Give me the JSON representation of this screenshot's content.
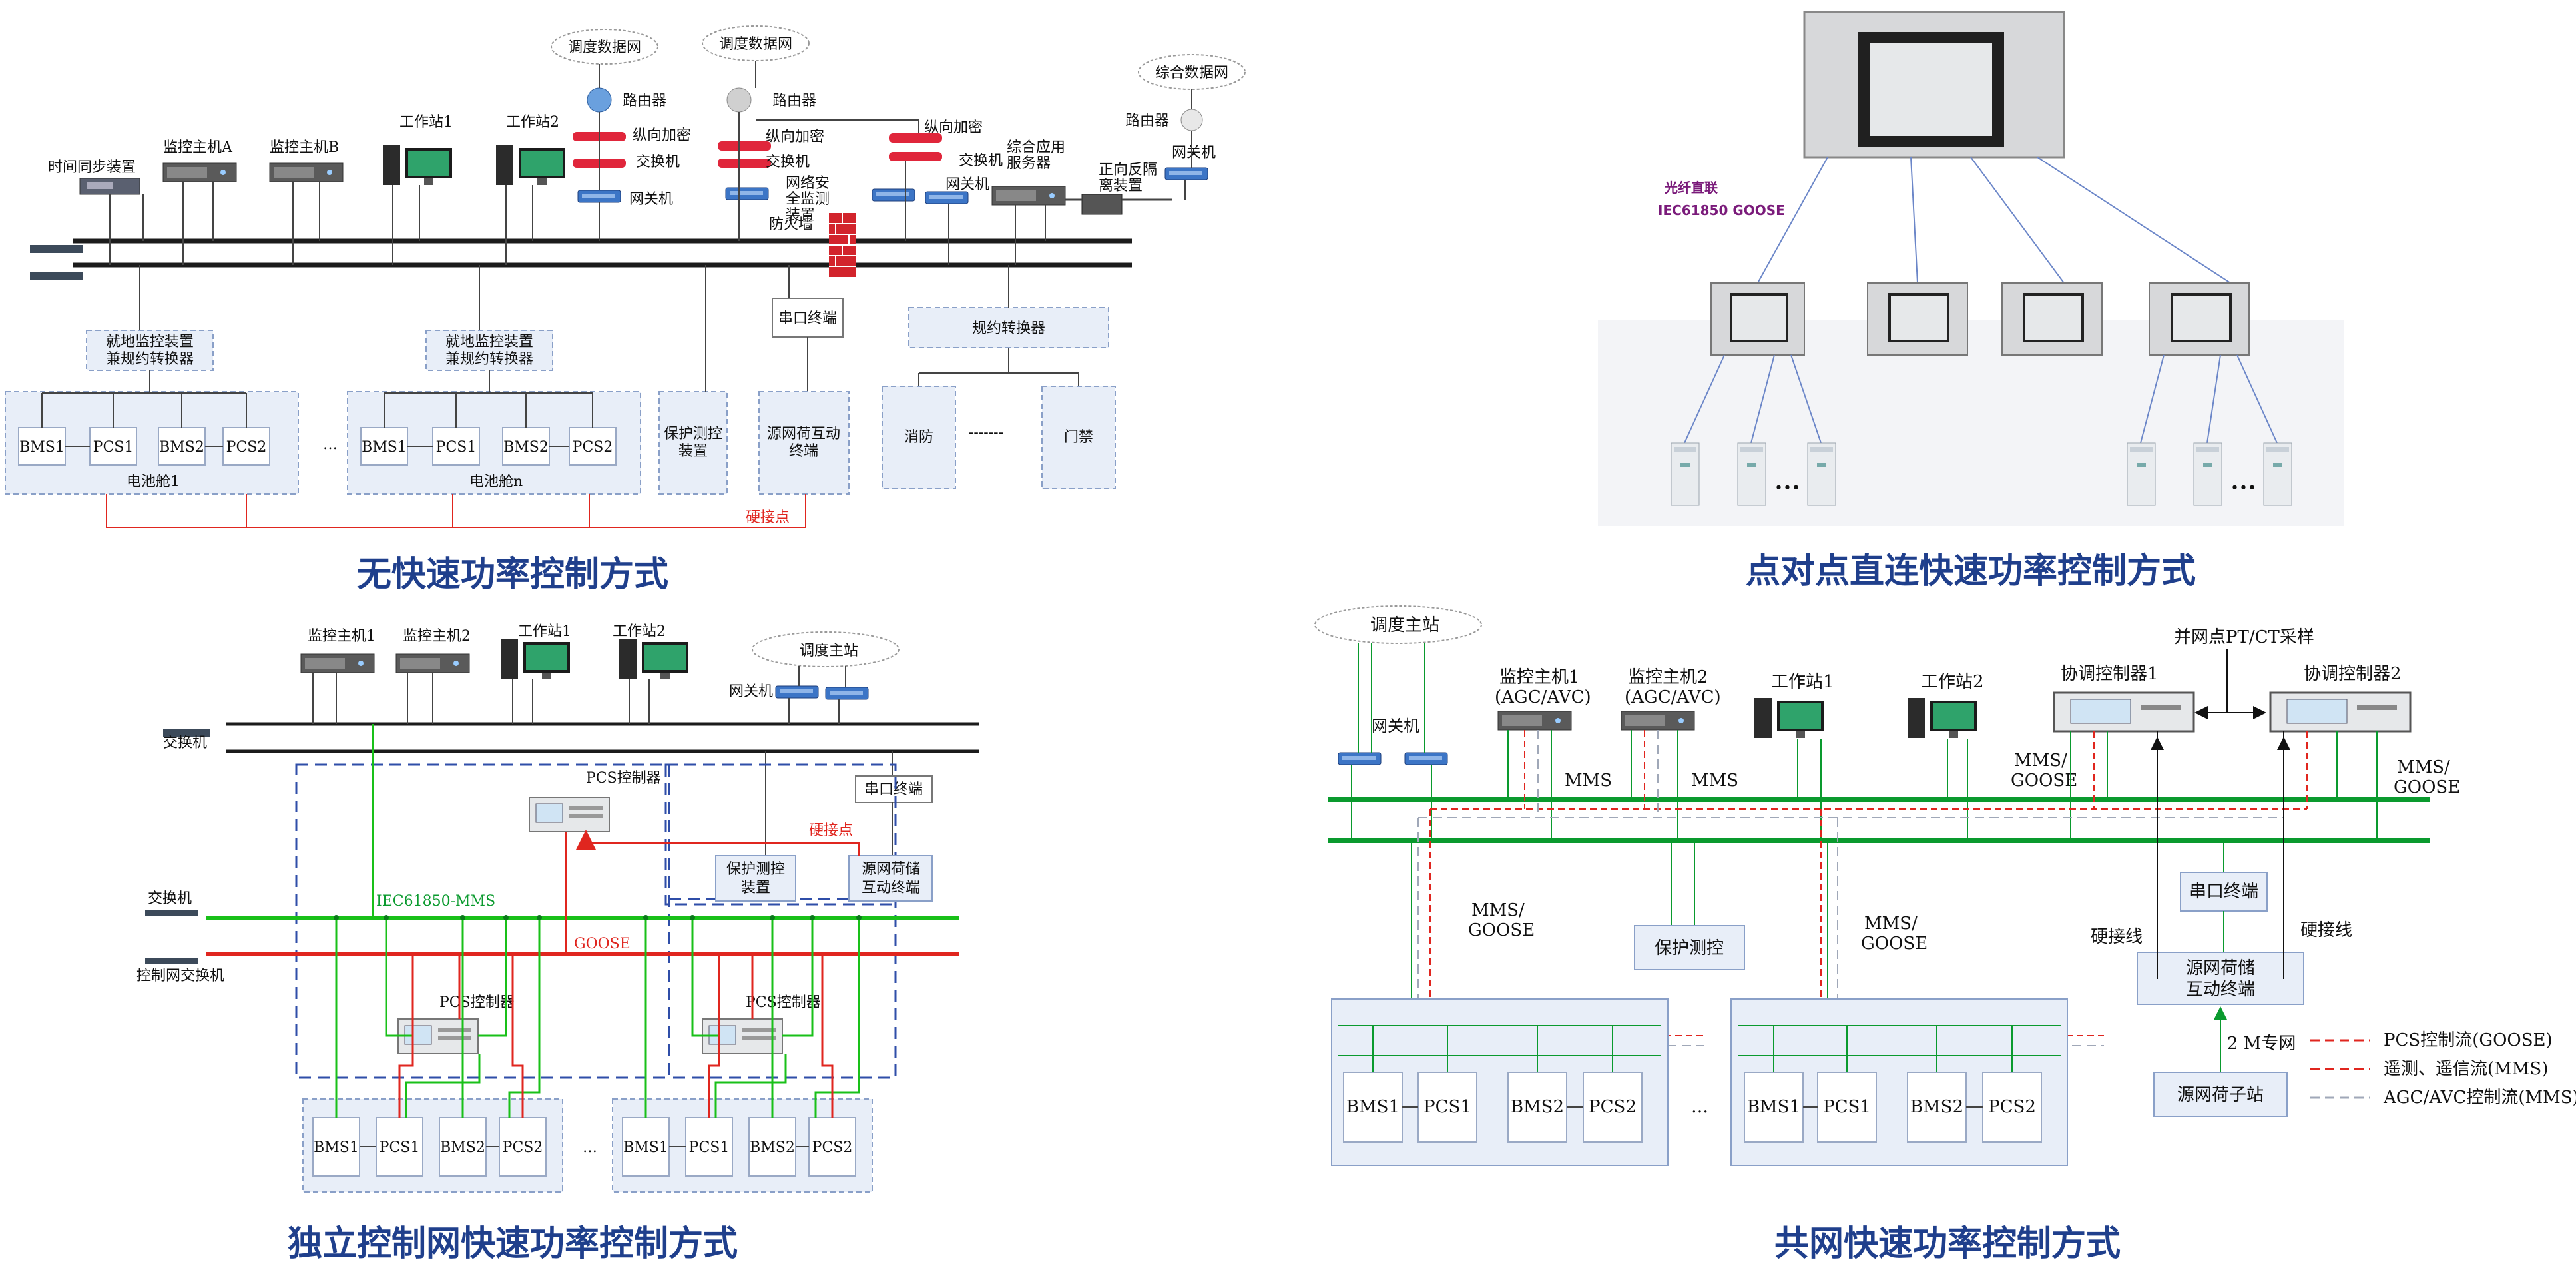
{
  "panel_tl": {
    "caption": "无快速功率控制方式",
    "clouds": [
      "调度数据网",
      "调度数据网",
      "综合数据网"
    ],
    "devices": {
      "time_sync": "时间同步装置",
      "host_a": "监控主机A",
      "host_b": "监控主机B",
      "ws1": "工作站1",
      "ws2": "工作站2",
      "router1": "路由器",
      "vert_enc1": "纵向加密",
      "switch1": "交换机",
      "gateway1": "网关机",
      "router2": "路由器",
      "vert_enc2": "纵向加密",
      "switch2": "交换机",
      "netsec": "网络安全监测装置",
      "vert_enc3": "纵向加密",
      "switch3": "交换机",
      "gateway2": "网关机",
      "app_server": "综合应用服务器",
      "isolation": "正向反隔离装置",
      "router3": "路由器",
      "gateway3": "网关机",
      "firewall": "防火墙",
      "serial": "串口终端",
      "protocol_conv": "规约转换器",
      "local_mon1": "就地监控装置兼规约转换器",
      "local_mon2": "就地监控装置兼规约转换器",
      "protect": "保护测控装置",
      "src_grid": "源网荷互动终端",
      "fire": "消防",
      "access": "门禁",
      "cabin1": "电池舱1",
      "cabin_n": "电池舱n",
      "hardwire": "硬接点",
      "ellipsis": "…",
      "dashes": "-------"
    },
    "units": [
      "BMS1",
      "PCS1",
      "BMS2",
      "PCS2"
    ]
  },
  "panel_tr": {
    "caption": "点对点直连快速功率控制方式",
    "fiber": "光纤直联",
    "protocol": "IEC61850  GOOSE",
    "dots": "•••"
  },
  "panel_bl": {
    "caption": "独立控制网快速功率控制方式",
    "host1": "监控主机1",
    "host2": "监控主机2",
    "ws1": "工作站1",
    "ws2": "工作站2",
    "cloud": "调度主站",
    "gateway": "网关机",
    "serial": "串口终端",
    "pcs_ctrl": "PCS控制器",
    "hardwire": "硬接点",
    "protect": "保护测控装置",
    "src_grid": "源网荷储互动终端",
    "switch": "交换机",
    "switch2": "交换机",
    "ctrl_switch": "控制网交换机",
    "iec": "IEC61850-MMS",
    "goose": "GOOSE",
    "pcs_ctrl_l": "PCS控制器",
    "pcs_ctrl_r": "PCS控制器",
    "ellipsis": "…"
  },
  "panel_br": {
    "caption": "共网快速功率控制方式",
    "cloud": "调度主站",
    "gateway": "网关机",
    "host1": "监控主机1",
    "host1_sub": "(AGC/AVC)",
    "host2": "监控主机2",
    "host2_sub": "(AGC/AVC)",
    "ws1": "工作站1",
    "ws2": "工作站2",
    "coord1": "协调控制器1",
    "coord2": "协调控制器2",
    "ptct": "并网点PT/CT采样",
    "mms": "MMS",
    "mms_goose": "MMS/",
    "goose": "GOOSE",
    "protect": "保护测控",
    "serial": "串口终端",
    "src_grid_1": "源网荷储",
    "src_grid_2": "互动终端",
    "hardwire": "硬接线",
    "private_net": "2 M专网",
    "substation": "源网荷子站",
    "legend": [
      "PCS控制流(GOOSE)",
      "遥测、遥信流(MMS)",
      "AGC/AVC控制流(MMS)"
    ],
    "ellipsis": "…"
  },
  "colors": {
    "caption": "#1f3f8c",
    "green": "#0a9a2e",
    "red": "#e0261f",
    "blue_dash": "#2f4ea8",
    "legend_gray": "#a0a8b8"
  }
}
